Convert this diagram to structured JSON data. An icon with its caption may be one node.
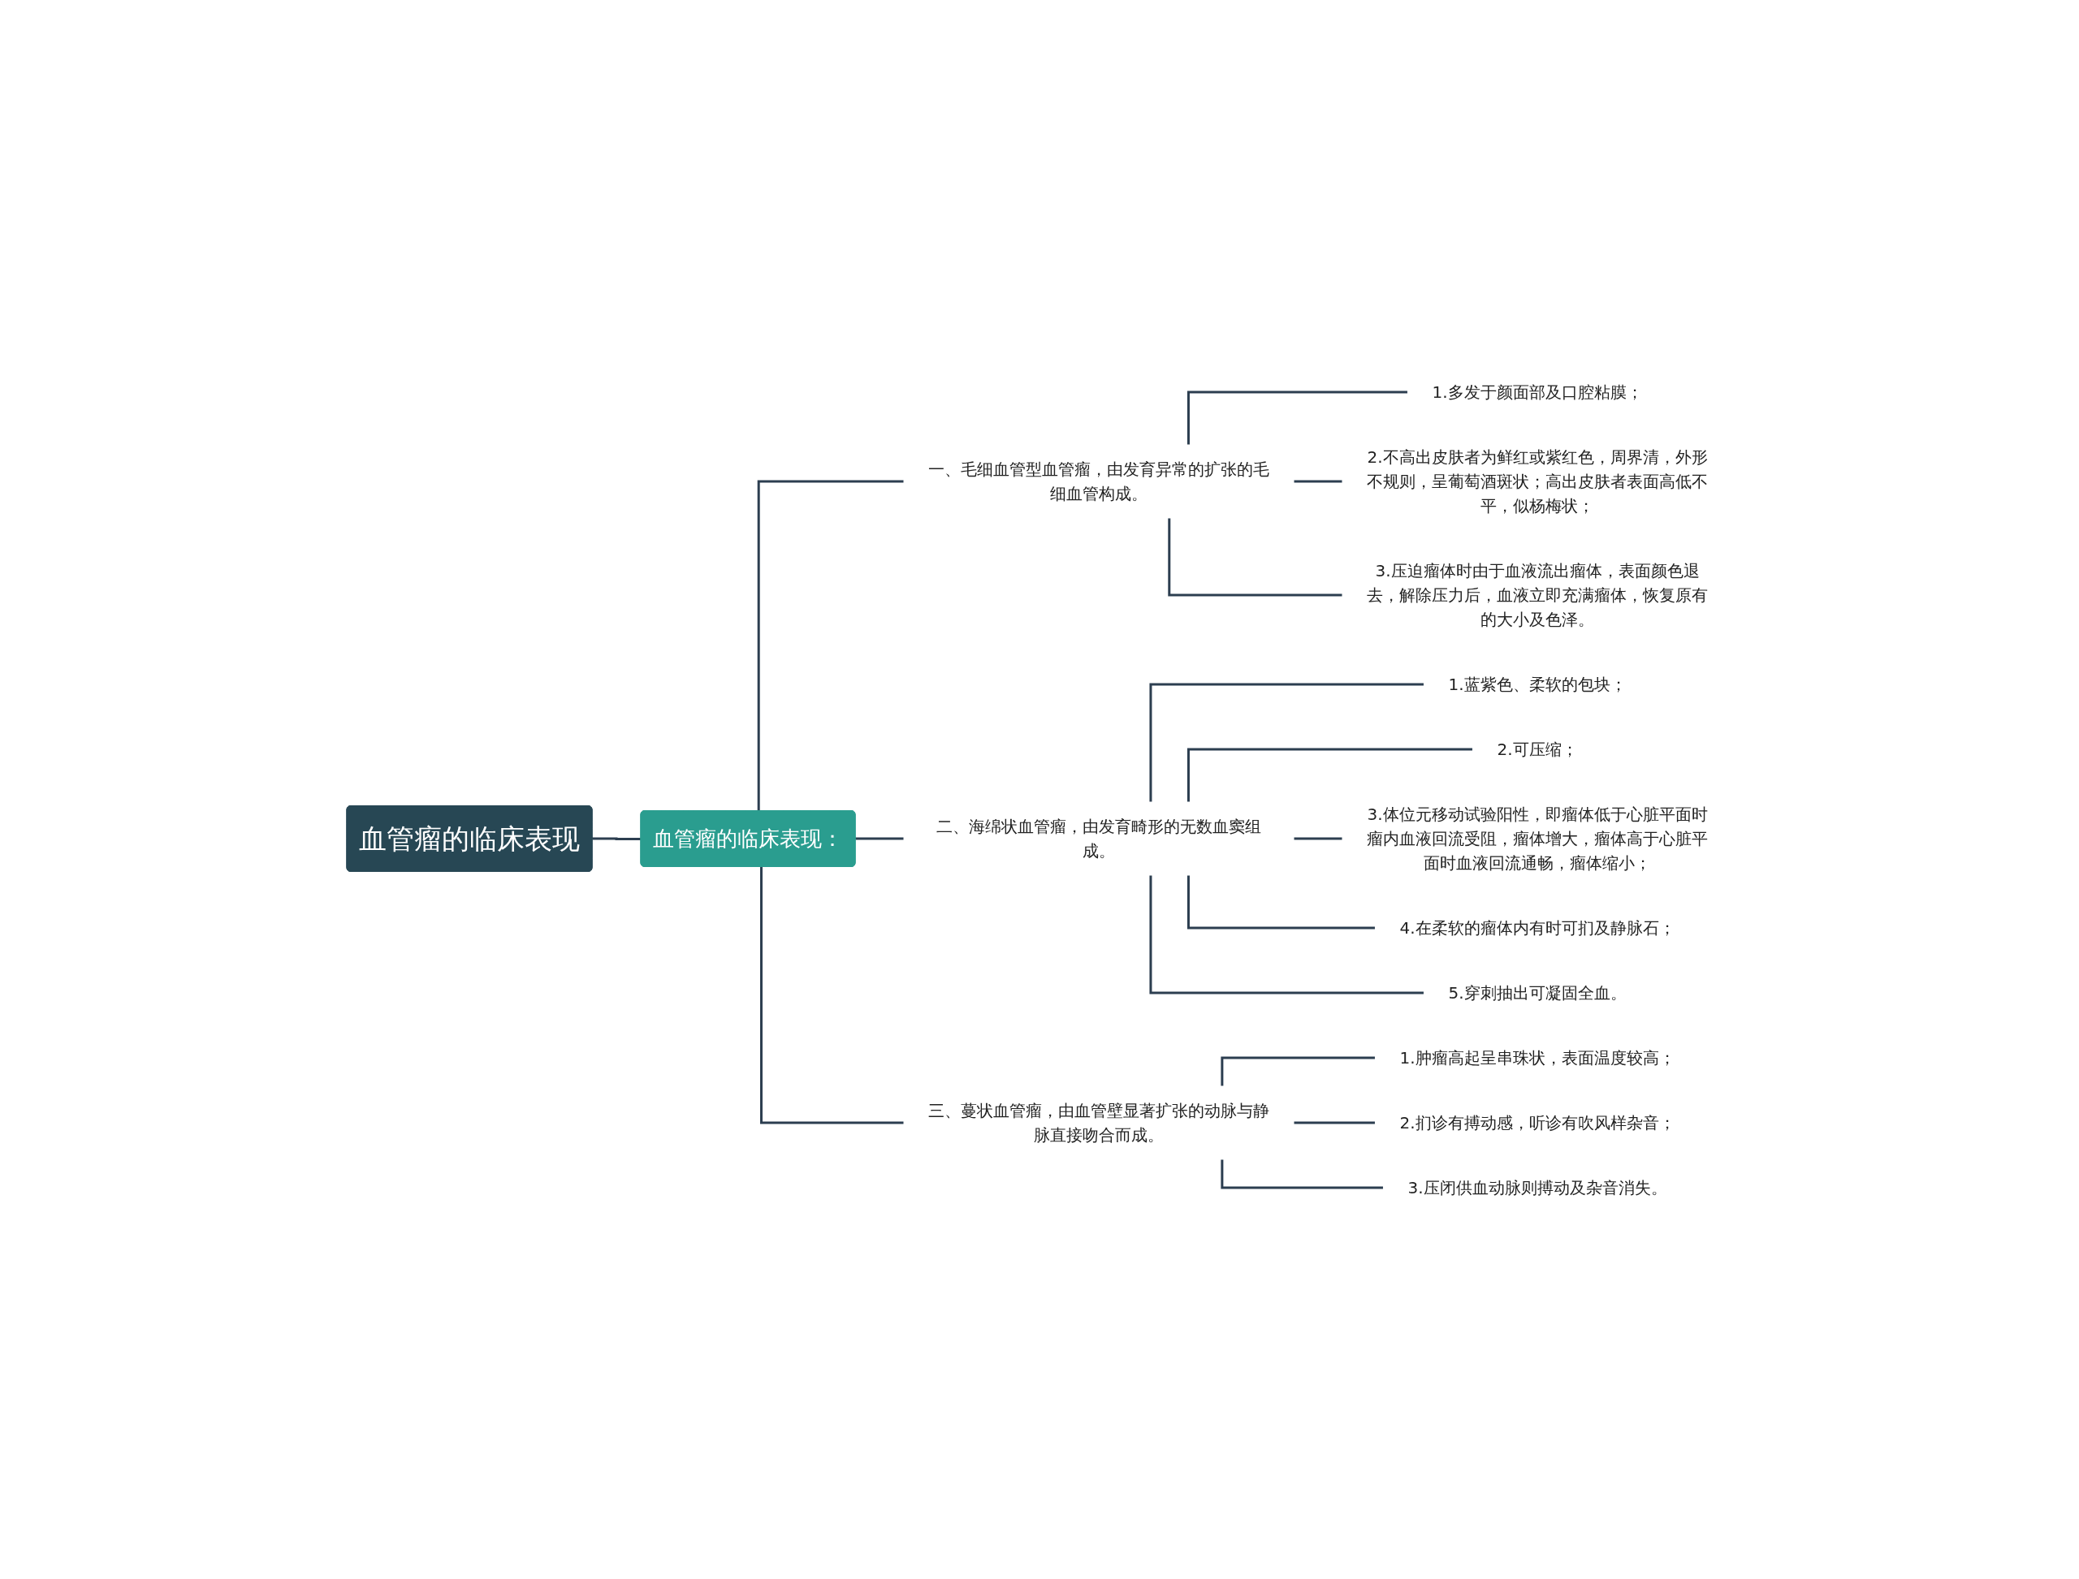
{
  "diagram": {
    "nodes": [
      {
        "text": [
          "血管瘤的临床表现"
        ]
      },
      {
        "text": [
          "血管瘤的临床表现："
        ]
      },
      {
        "text": [
          "一、毛细血管型血管瘤，由发育异常的扩张的毛细血管构成。"
        ]
      },
      {
        "text": [
          "1.多发于颜面部及口腔粘膜；"
        ]
      },
      {
        "text": [
          "2.不高出皮肤者为鲜红或紫红色，周界清，外形不规则，呈葡萄酒斑状；高出皮肤者表面高低不平，似杨梅状；"
        ]
      },
      {
        "text": [
          "3.压迫瘤体时由于血液流出瘤体，表面颜色退去，解除压力后，血液立即充满瘤体，恢复原有的大小及色泽。"
        ]
      },
      {
        "text": [
          "二、海绵状血管瘤，由发育畸形的无数血窦组成。"
        ]
      },
      {
        "text": [
          "1.蓝紫色、柔软的包块；"
        ]
      },
      {
        "text": [
          "2.可压缩；"
        ]
      },
      {
        "text": [
          "3.体位元移动试验阳性，即瘤体低于心脏平面时瘤内血液回流受阻，瘤体增大，瘤体高于心脏平面时血液回流通畅，瘤体缩小；"
        ]
      },
      {
        "text": [
          "4.在柔软的瘤体内有时可扪及静脉石；"
        ]
      },
      {
        "text": [
          "5.穿刺抽出可凝固全血。"
        ]
      },
      {
        "text": [
          "三、蔓状血管瘤，由血管壁显著扩张的动脉与静脉直接吻合而成。"
        ]
      },
      {
        "text": [
          "1.肿瘤高起呈串珠状，表面温度较高；"
        ]
      },
      {
        "text": [
          "2.扪诊有搏动感，听诊有吹风样杂音；"
        ]
      },
      {
        "text": [
          "3.压闭供血动脉则搏动及杂音消失。"
        ]
      }
    ],
    "edges": [
      {
        "from": 0,
        "to": 1,
        "arrow": "none"
      },
      {
        "from": 1,
        "to": 2,
        "arrow": "none"
      },
      {
        "from": 1,
        "to": 6,
        "arrow": "none"
      },
      {
        "from": 1,
        "to": 12,
        "arrow": "none"
      },
      {
        "from": 2,
        "to": 3,
        "arrow": "none"
      },
      {
        "from": 2,
        "to": 4,
        "arrow": "none"
      },
      {
        "from": 2,
        "to": 5,
        "arrow": "none"
      },
      {
        "from": 6,
        "to": 7,
        "arrow": "none"
      },
      {
        "from": 6,
        "to": 8,
        "arrow": "none"
      },
      {
        "from": 6,
        "to": 9,
        "arrow": "none"
      },
      {
        "from": 6,
        "to": 10,
        "arrow": "none"
      },
      {
        "from": 6,
        "to": 11,
        "arrow": "none"
      },
      {
        "from": 12,
        "to": 13,
        "arrow": "none"
      },
      {
        "from": 12,
        "to": 14,
        "arrow": "none"
      },
      {
        "from": 12,
        "to": 15,
        "arrow": "none"
      }
    ]
  }
}
